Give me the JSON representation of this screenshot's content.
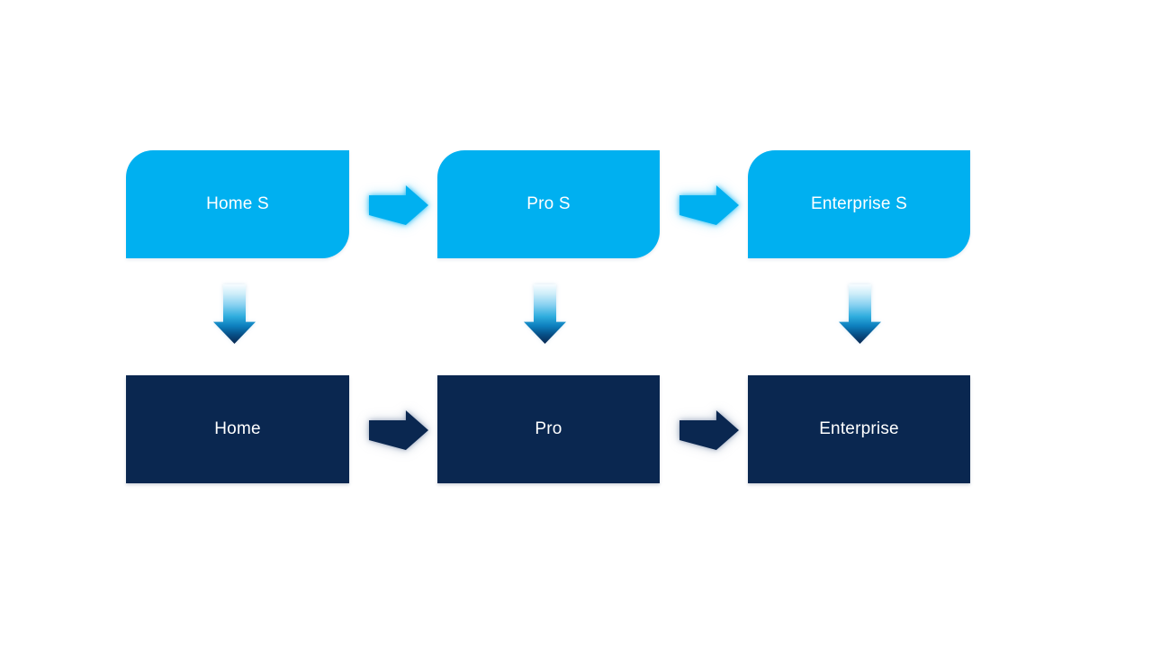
{
  "colors": {
    "node_top": "#00b0f0",
    "node_bottom": "#0a2750",
    "arrow_light": "#00b0f0",
    "arrow_dark": "#0a2750",
    "label_text": "#ffffff"
  },
  "icons": {
    "right_arrow": "→",
    "down_arrow": "↓"
  },
  "nodes": {
    "top": [
      {
        "label": "Home S"
      },
      {
        "label": "Pro S"
      },
      {
        "label": "Enterprise S"
      }
    ],
    "bottom": [
      {
        "label": "Home"
      },
      {
        "label": "Pro"
      },
      {
        "label": "Enterprise"
      }
    ]
  }
}
